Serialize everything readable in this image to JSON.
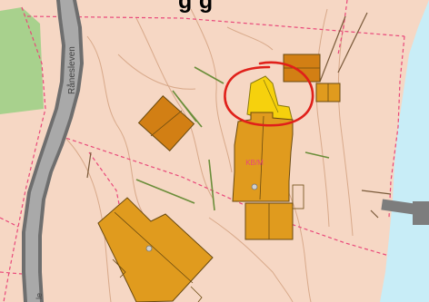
{
  "title_fragment": "g g",
  "labels": {
    "road_name": "Rånesleven",
    "building_label": "KB/M",
    "road_bottom_fragment": "le"
  },
  "colors": {
    "land": "#f6d7c4",
    "green_area": "#a8d18d",
    "water": "#c8edf7",
    "road_fill": "#a9a9a9",
    "road_edge": "#6e6e6e",
    "building": "#e09b1e",
    "building_dark": "#d27f14",
    "highlighted_building": "#f6d10d",
    "property_line": "#e9487a",
    "contour": "#d8a98a",
    "annotation_circle": "#e0201a",
    "vegetation_line": "#6b8e3a"
  }
}
